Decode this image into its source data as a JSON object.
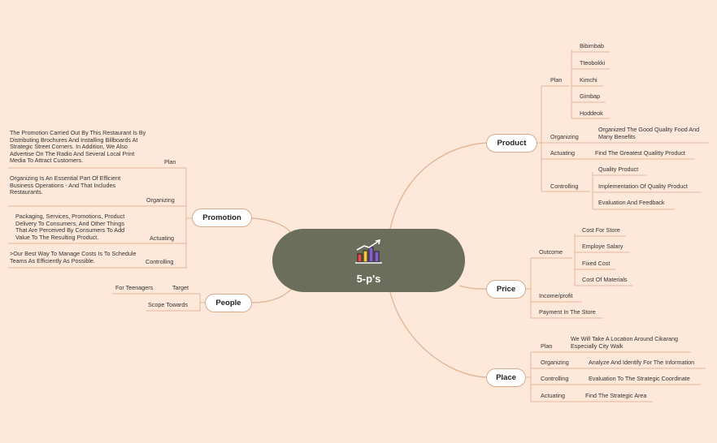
{
  "central": {
    "title": "5-p's",
    "icon": "bar-chart-growth-icon"
  },
  "colors": {
    "background": "#fde8d9",
    "center": "#6b6e5a",
    "lines": "#e2b79a",
    "node_border": "#d7aa8c"
  },
  "product": {
    "label": "Product",
    "plan": {
      "label": "Plan",
      "items": [
        "Bibimbab",
        "Tteobokki",
        "Kimchi",
        "Gimbap",
        "Hoddeok"
      ]
    },
    "organizing": {
      "label": "Organizing",
      "text": "Organized The Good Quality Food And Many Benefits"
    },
    "actuating": {
      "label": "Actuating",
      "text": "Find The Greatest Qualitty Product"
    },
    "controlling": {
      "label": "Controlling",
      "items": [
        "Quality Product",
        "Implementation Of Quality Product",
        "Evaluation And Feedback"
      ]
    }
  },
  "price": {
    "label": "Price",
    "outcome": {
      "label": "Outcome",
      "items": [
        "Cost For Store",
        "Employe Salary",
        "Fixed Cost",
        "Cost Of Materials"
      ]
    },
    "income": "Income/profit",
    "payment": "Payment In The Store"
  },
  "place": {
    "label": "Place",
    "plan": {
      "label": "Plan",
      "text": "We Will Take A Location Around Cikarang Especially City Walk"
    },
    "organizing": {
      "label": "Organizing",
      "text": "Analyze And Identify For The Information"
    },
    "controlling": {
      "label": "Controlling",
      "text": "Evaluation To The Strategic Coordinate"
    },
    "actuating": {
      "label": "Actuating",
      "text": "Find The Strategic Area"
    }
  },
  "promotion": {
    "label": "Promotion",
    "plan": {
      "label": "Plan",
      "text": "The Promotion Carried Out By This Restaurant Is By Distributing Brochures And Installing Billboards At Strategic Street Corners. In Addition, We Also Advertise On The Radio And Several Local Print Media To Attract Customers."
    },
    "organizing": {
      "label": "Organizing",
      "text": "Organizing Is An Essential Part Of Efficient Business Operations - And That Includes Restaurants."
    },
    "actuating": {
      "label": "Actuating",
      "text": "Packaging, Services, Promotions, Product Delivery To Consumers, And Other Things That Are Perceived By Consumers To Add Value To The Resulting Product."
    },
    "controlling": {
      "label": "Controlling",
      "text": ">Our Best Way To Manage Costs Is To Schedule Teams As Efficiently As Possible."
    }
  },
  "people": {
    "label": "People",
    "target": {
      "label": "Target",
      "text": "For Teenagers"
    },
    "scope": "Scope Towards"
  }
}
